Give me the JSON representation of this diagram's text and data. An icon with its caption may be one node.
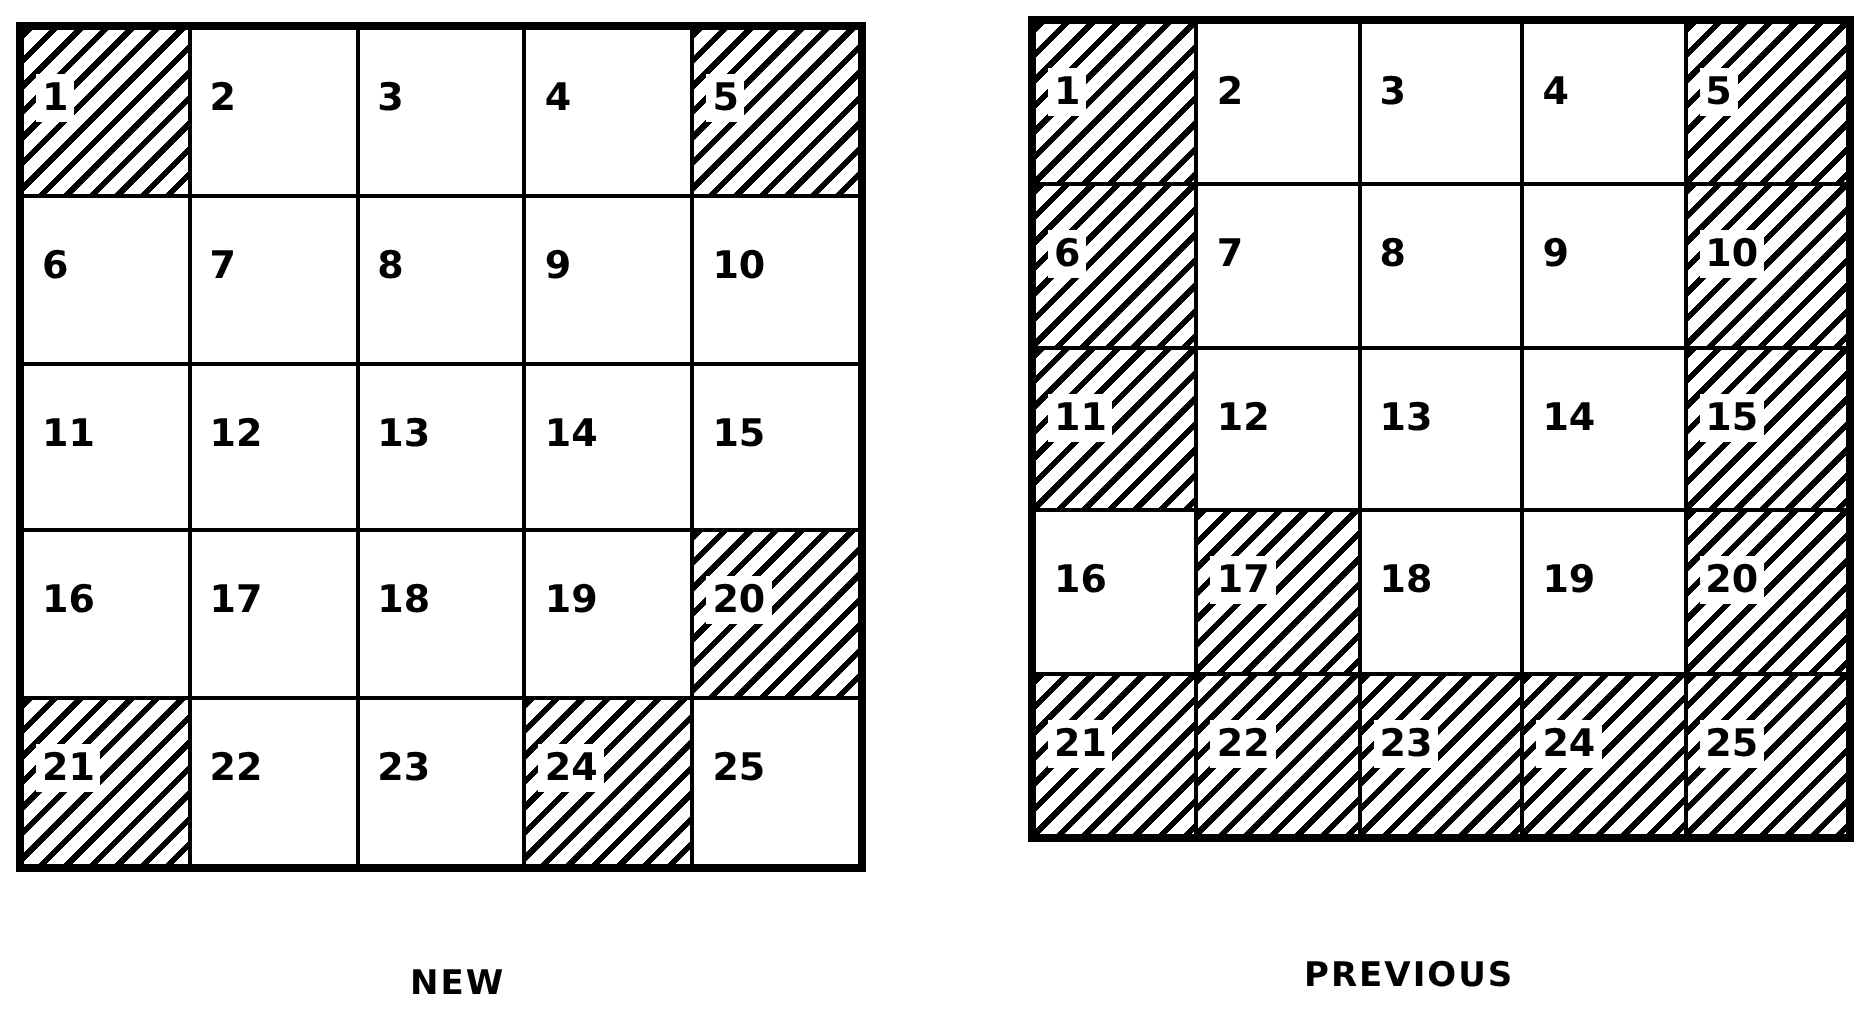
{
  "diagram": {
    "nodes": [
      {
        "text": [
          "NEW"
        ]
      },
      {
        "text": [
          "1"
        ],
        "in": 0
      },
      {
        "text": [
          "2"
        ],
        "in": 0
      },
      {
        "text": [
          "3"
        ],
        "in": 0
      },
      {
        "text": [
          "4"
        ],
        "in": 0
      },
      {
        "text": [
          "5"
        ],
        "in": 0
      },
      {
        "text": [
          "6"
        ],
        "in": 0
      },
      {
        "text": [
          "7"
        ],
        "in": 0
      },
      {
        "text": [
          "8"
        ],
        "in": 0
      },
      {
        "text": [
          "9"
        ],
        "in": 0
      },
      {
        "text": [
          "10"
        ],
        "in": 0
      },
      {
        "text": [
          "11"
        ],
        "in": 0
      },
      {
        "text": [
          "12"
        ],
        "in": 0
      },
      {
        "text": [
          "13"
        ],
        "in": 0
      },
      {
        "text": [
          "14"
        ],
        "in": 0
      },
      {
        "text": [
          "15"
        ],
        "in": 0
      },
      {
        "text": [
          "16"
        ],
        "in": 0
      },
      {
        "text": [
          "17"
        ],
        "in": 0
      },
      {
        "text": [
          "18"
        ],
        "in": 0
      },
      {
        "text": [
          "19"
        ],
        "in": 0
      },
      {
        "text": [
          "20"
        ],
        "in": 0
      },
      {
        "text": [
          "21"
        ],
        "in": 0
      },
      {
        "text": [
          "22"
        ],
        "in": 0
      },
      {
        "text": [
          "23"
        ],
        "in": 0
      },
      {
        "text": [
          "24"
        ],
        "in": 0
      },
      {
        "text": [
          "25"
        ],
        "in": 0
      },
      {
        "text": [
          "PREVIOUS"
        ]
      },
      {
        "text": [
          "1"
        ],
        "in": 26
      },
      {
        "text": [
          "2"
        ],
        "in": 26
      },
      {
        "text": [
          "3"
        ],
        "in": 26
      },
      {
        "text": [
          "4"
        ],
        "in": 26
      },
      {
        "text": [
          "5"
        ],
        "in": 26
      },
      {
        "text": [
          "6"
        ],
        "in": 26
      },
      {
        "text": [
          "7"
        ],
        "in": 26
      },
      {
        "text": [
          "8"
        ],
        "in": 26
      },
      {
        "text": [
          "9"
        ],
        "in": 26
      },
      {
        "text": [
          "10"
        ],
        "in": 26
      },
      {
        "text": [
          "11"
        ],
        "in": 26
      },
      {
        "text": [
          "12"
        ],
        "in": 26
      },
      {
        "text": [
          "13"
        ],
        "in": 26
      },
      {
        "text": [
          "14"
        ],
        "in": 26
      },
      {
        "text": [
          "15"
        ],
        "in": 26
      },
      {
        "text": [
          "16"
        ],
        "in": 26
      },
      {
        "text": [
          "17"
        ],
        "in": 26
      },
      {
        "text": [
          "18"
        ],
        "in": 26
      },
      {
        "text": [
          "19"
        ],
        "in": 26
      },
      {
        "text": [
          "20"
        ],
        "in": 26
      },
      {
        "text": [
          "21"
        ],
        "in": 26
      },
      {
        "text": [
          "22"
        ],
        "in": 26
      },
      {
        "text": [
          "23"
        ],
        "in": 26
      },
      {
        "text": [
          "24"
        ],
        "in": 26
      },
      {
        "text": [
          "25"
        ],
        "in": 26
      }
    ]
  }
}
